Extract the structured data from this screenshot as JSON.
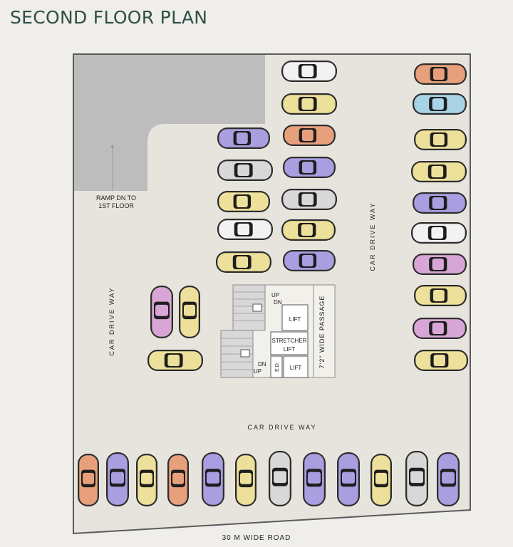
{
  "page": {
    "title": "SECOND FLOOR PLAN",
    "road_label": "30 M WIDE ROAD"
  },
  "labels": {
    "ramp_line1": "RAMP DN TO",
    "ramp_line2": "1ST FLOOR",
    "drive_right": "CAR DRIVE WAY",
    "drive_left": "CAR DRIVE WAY",
    "drive_bottom": "CAR DRIVE WAY",
    "up_top": "UP",
    "dn_top": "DN",
    "lift_top": "LIFT",
    "stretcher_lift_1": "STRETCHER",
    "stretcher_lift_2": "LIFT",
    "lift_bottom": "LIFT",
    "dn_bottom": "DN",
    "up_bottom": "UP",
    "ed": "E.D.",
    "passage": "7'2\" WIDE PASSAGE"
  },
  "colors": {
    "floor": "#e6e4dc",
    "ramp": "#bdbdbd",
    "core": "#d8d8d8",
    "border": "#5a5a5a",
    "title": "#2f4f47"
  },
  "cars": [
    {
      "color": "#f2f2f2",
      "orientation": "horizontal",
      "group": "upper-middle-column-b"
    },
    {
      "color": "#ede09a",
      "orientation": "horizontal",
      "group": "upper-middle-column-b"
    },
    {
      "color": "#e8a07c",
      "orientation": "horizontal",
      "group": "upper-middle-column-b"
    },
    {
      "color": "#a89ee0",
      "orientation": "horizontal",
      "group": "upper-middle-column-b"
    },
    {
      "color": "#d8d8d8",
      "orientation": "horizontal",
      "group": "upper-middle-column-b"
    },
    {
      "color": "#ede09a",
      "orientation": "horizontal",
      "group": "upper-middle-column-b"
    },
    {
      "color": "#a89ee0",
      "orientation": "horizontal",
      "group": "upper-middle-column-b"
    },
    {
      "color": "#a89ee0",
      "orientation": "horizontal",
      "group": "upper-middle-column-a"
    },
    {
      "color": "#d8d8d8",
      "orientation": "horizontal",
      "group": "upper-middle-column-a"
    },
    {
      "color": "#ede09a",
      "orientation": "horizontal",
      "group": "upper-middle-column-a"
    },
    {
      "color": "#f2f2f2",
      "orientation": "horizontal",
      "group": "upper-middle-column-a"
    },
    {
      "color": "#ede09a",
      "orientation": "horizontal",
      "group": "upper-middle-column-a"
    },
    {
      "color": "#e8a07c",
      "orientation": "horizontal",
      "group": "right-column"
    },
    {
      "color": "#a8d4e6",
      "orientation": "horizontal",
      "group": "right-column"
    },
    {
      "color": "#ede09a",
      "orientation": "horizontal",
      "group": "right-column"
    },
    {
      "color": "#ede09a",
      "orientation": "horizontal",
      "group": "right-column"
    },
    {
      "color": "#a89ee0",
      "orientation": "horizontal",
      "group": "right-column"
    },
    {
      "color": "#f2f2f2",
      "orientation": "horizontal",
      "group": "right-column"
    },
    {
      "color": "#d8a6d6",
      "orientation": "horizontal",
      "group": "right-column"
    },
    {
      "color": "#ede09a",
      "orientation": "horizontal",
      "group": "right-column"
    },
    {
      "color": "#d8a6d6",
      "orientation": "horizontal",
      "group": "right-column"
    },
    {
      "color": "#ede09a",
      "orientation": "horizontal",
      "group": "right-column"
    },
    {
      "color": "#d8a6d6",
      "orientation": "vertical",
      "group": "left-cluster"
    },
    {
      "color": "#ede09a",
      "orientation": "vertical",
      "group": "left-cluster"
    },
    {
      "color": "#ede09a",
      "orientation": "horizontal",
      "group": "left-cluster"
    },
    {
      "color": "#e8a07c",
      "orientation": "vertical",
      "group": "bottom-row"
    },
    {
      "color": "#a89ee0",
      "orientation": "vertical",
      "group": "bottom-row"
    },
    {
      "color": "#ede09a",
      "orientation": "vertical",
      "group": "bottom-row"
    },
    {
      "color": "#e8a07c",
      "orientation": "vertical",
      "group": "bottom-row"
    },
    {
      "color": "#a89ee0",
      "orientation": "vertical",
      "group": "bottom-row"
    },
    {
      "color": "#ede09a",
      "orientation": "vertical",
      "group": "bottom-row"
    },
    {
      "color": "#d8d8d8",
      "orientation": "vertical",
      "group": "bottom-row"
    },
    {
      "color": "#a89ee0",
      "orientation": "vertical",
      "group": "bottom-row"
    },
    {
      "color": "#a89ee0",
      "orientation": "vertical",
      "group": "bottom-row"
    },
    {
      "color": "#ede09a",
      "orientation": "vertical",
      "group": "bottom-row"
    },
    {
      "color": "#d8d8d8",
      "orientation": "vertical",
      "group": "bottom-row"
    },
    {
      "color": "#a89ee0",
      "orientation": "vertical",
      "group": "bottom-row"
    }
  ]
}
